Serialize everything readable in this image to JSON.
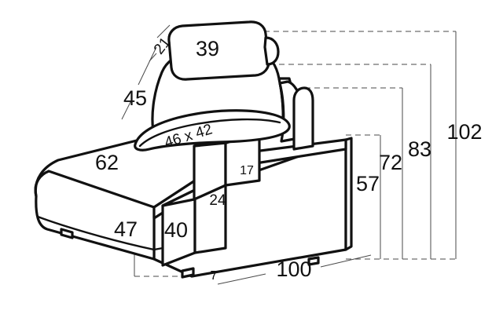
{
  "drawing": {
    "title": "Chaise lounge sofa module technical dimension drawing",
    "subject": "chaise-longue-sofa-module",
    "view": "three-quarter perspective line drawing",
    "units": "cm",
    "line_color": "#111111",
    "dimension_line_color": "#4a4a4a",
    "background_color": "#ffffff"
  },
  "dimensions": {
    "headrest_height": "21",
    "headrest_width": "39",
    "backrest_height": "45",
    "cushion_size": "46 x 42",
    "seat_depth": "62",
    "armrest_step_upper_height": "17",
    "armrest_step_depth": "24",
    "armrest_step_front_height": "40",
    "seat_height_overall": "47",
    "foot_height": "7",
    "overall_length": "100",
    "arm_block_height": "57",
    "back_height_low": "72",
    "back_height_mid": "83",
    "total_height": "102"
  },
  "labels": [
    {
      "id": "label-21",
      "value": "21",
      "measures": "headrest height"
    },
    {
      "id": "label-39",
      "value": "39",
      "measures": "headrest width"
    },
    {
      "id": "label-45",
      "value": "45",
      "measures": "backrest height"
    },
    {
      "id": "label-46x42",
      "value": "46 x 42",
      "measures": "back cushion size"
    },
    {
      "id": "label-62",
      "value": "62",
      "measures": "seat depth"
    },
    {
      "id": "label-17",
      "value": "17",
      "measures": "upper arm step height"
    },
    {
      "id": "label-24",
      "value": "24",
      "measures": "arm step depth"
    },
    {
      "id": "label-40",
      "value": "40",
      "measures": "arm front height"
    },
    {
      "id": "label-47",
      "value": "47",
      "measures": "seat top height"
    },
    {
      "id": "label-7",
      "value": "7",
      "measures": "foot height"
    },
    {
      "id": "label-100",
      "value": "100",
      "measures": "overall length"
    },
    {
      "id": "label-57",
      "value": "57",
      "measures": "arm block height"
    },
    {
      "id": "label-72",
      "value": "72",
      "measures": "back height low"
    },
    {
      "id": "label-83",
      "value": "83",
      "measures": "back height mid"
    },
    {
      "id": "label-102",
      "value": "102",
      "measures": "total height"
    }
  ]
}
